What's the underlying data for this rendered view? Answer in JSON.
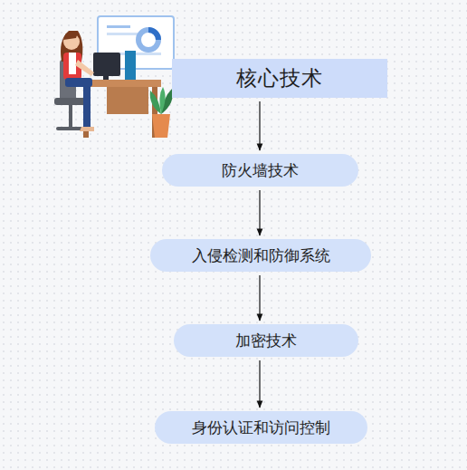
{
  "diagram": {
    "nodes": [
      {
        "text": [
          "核心技术"
        ]
      },
      {
        "text": [
          "防火墙技术"
        ]
      },
      {
        "text": [
          "入侵检测和防御系统"
        ]
      },
      {
        "text": [
          "加密技术"
        ]
      },
      {
        "text": [
          "身份认证和访问控制"
        ]
      }
    ],
    "edges": [
      {
        "from": 0,
        "to": 1,
        "arrow": "to"
      },
      {
        "from": 1,
        "to": 2,
        "arrow": "to"
      },
      {
        "from": 2,
        "to": 3,
        "arrow": "to"
      },
      {
        "from": 3,
        "to": 4,
        "arrow": "to"
      }
    ]
  }
}
